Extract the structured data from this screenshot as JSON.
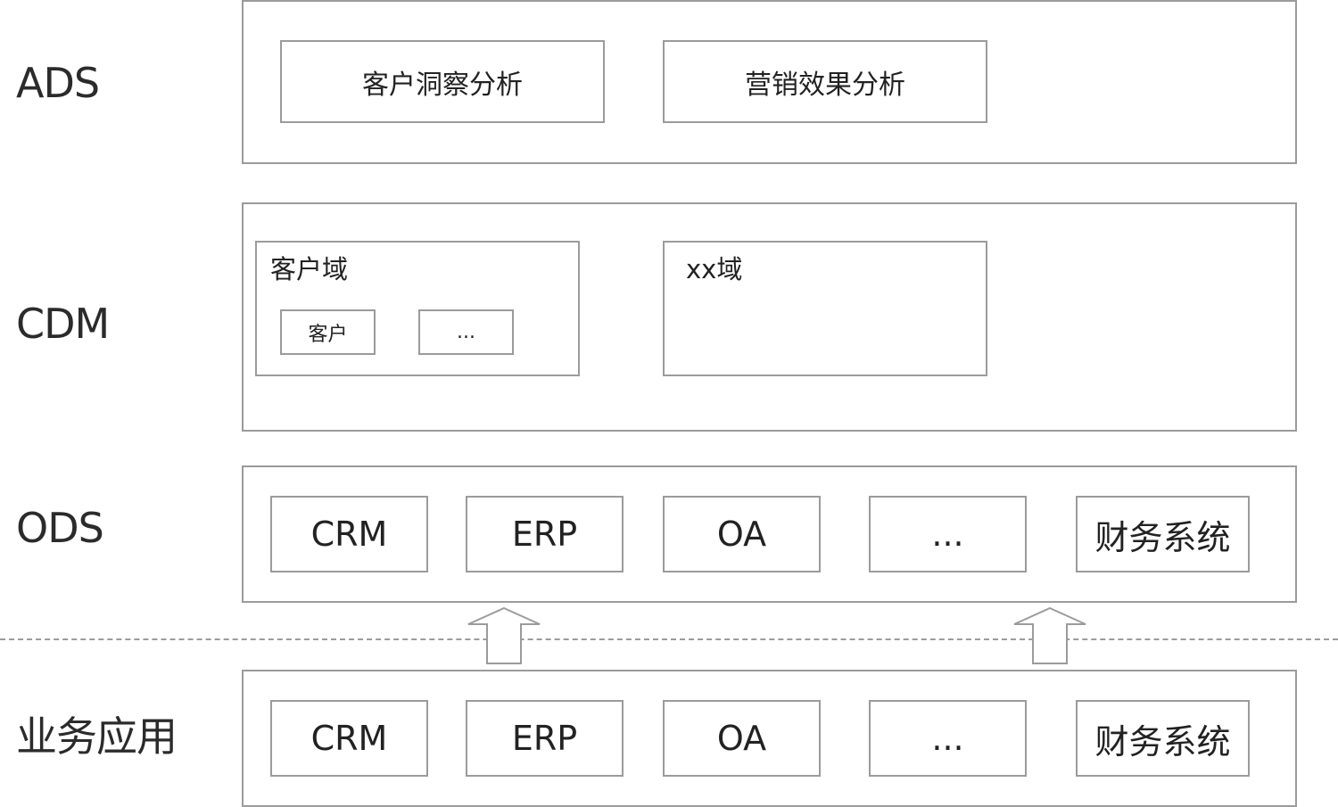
{
  "layers": {
    "ads": {
      "label": "ADS",
      "boxes": [
        "客户洞察分析",
        "营销效果分析"
      ]
    },
    "cdm": {
      "label": "CDM",
      "domains": [
        {
          "title": "客户域",
          "items": [
            "客户",
            "..."
          ]
        },
        {
          "title": "xx域",
          "items": []
        }
      ]
    },
    "ods": {
      "label": "ODS",
      "systems": [
        "CRM",
        "ERP",
        "OA",
        "...",
        "财务系统"
      ]
    },
    "business": {
      "label": "业务应用",
      "systems": [
        "CRM",
        "ERP",
        "OA",
        "...",
        "财务系统"
      ]
    }
  },
  "colors": {
    "border": "#9b9b9b",
    "text": "#222222"
  },
  "icons": {
    "arrow": "up-arrow-icon"
  }
}
